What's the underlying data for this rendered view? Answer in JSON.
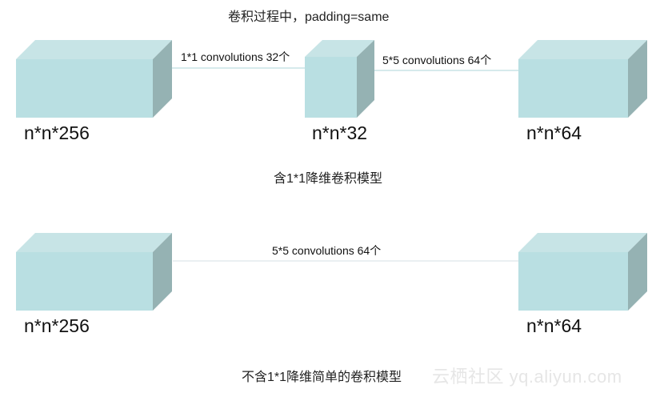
{
  "title": "卷积过程中，padding=same",
  "colors": {
    "front_face": "#b9dfe2",
    "top_face": "#c7e4e6",
    "side_face": "#95b2b3",
    "connector": "#c9e3e6",
    "watermark": "#e6e6e6"
  },
  "diagram_top": {
    "caption": "含1*1降维卷积模型",
    "blocks": [
      {
        "label": "n*n*256"
      },
      {
        "label": "n*n*32"
      },
      {
        "label": "n*n*64"
      }
    ],
    "connections": [
      {
        "label": "1*1 convolutions 32个"
      },
      {
        "label": "5*5 convolutions 64个"
      }
    ]
  },
  "diagram_bottom": {
    "caption": "不含1*1降维简单的卷积模型",
    "blocks": [
      {
        "label": "n*n*256"
      },
      {
        "label": "n*n*64"
      }
    ],
    "connections": [
      {
        "label": "5*5 convolutions 64个"
      }
    ]
  },
  "watermark": "云栖社区 yq.aliyun.com"
}
